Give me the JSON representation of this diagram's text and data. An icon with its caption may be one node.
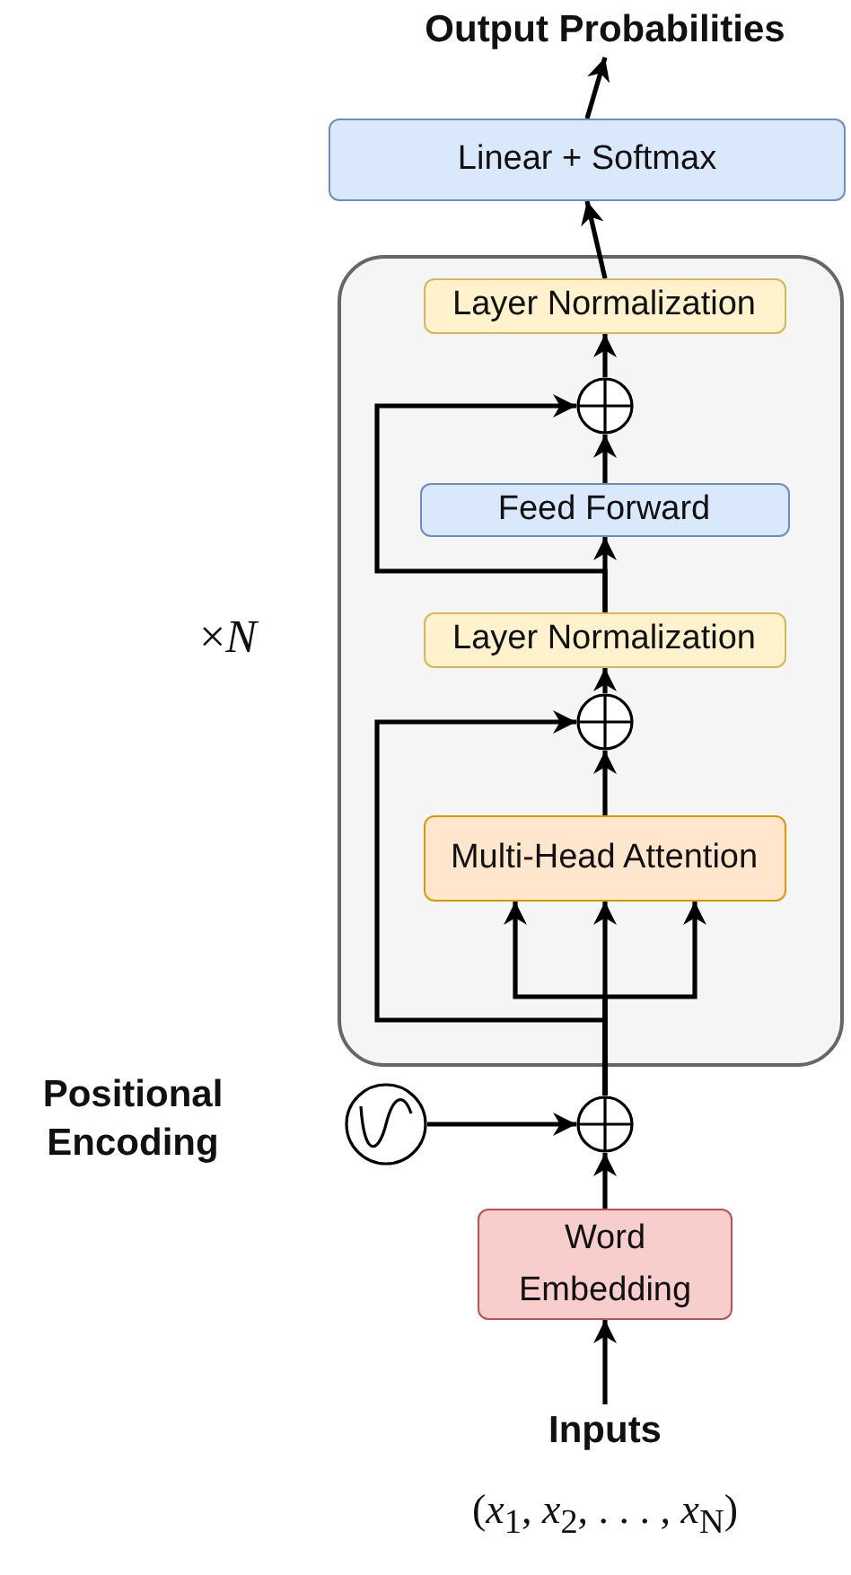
{
  "diagram": {
    "nodes": [
      {
        "text": [
          "Output Probabilities"
        ]
      },
      {
        "text": [
          "Linear + Softmax"
        ]
      },
      {
        "text": [],
        "shape": "box",
        "beside": [
          "×*N*"
        ]
      },
      {
        "text": [
          "Layer Normalization"
        ],
        "in": 2
      },
      {
        "text": [],
        "shape": "circle",
        "in": 2
      },
      {
        "text": [
          "Feed Forward"
        ],
        "in": 2
      },
      {
        "text": [
          "Layer Normalization"
        ],
        "in": 2
      },
      {
        "text": [],
        "shape": "circle",
        "in": 2
      },
      {
        "text": [
          "Multi-Head Attention"
        ],
        "in": 2
      },
      {
        "text": [],
        "shape": "circle"
      },
      {
        "text": [],
        "shape": "circle",
        "beside": [
          "Positional Encoding"
        ]
      },
      {
        "text": [
          "Word Embedding"
        ]
      },
      {
        "text": [
          "Inputs"
        ]
      }
    ],
    "edges": [
      {
        "from": 12,
        "to": 11,
        "arrow": "to"
      },
      {
        "from": 11,
        "to": 9,
        "arrow": "to"
      },
      {
        "from": 10,
        "to": 9,
        "arrow": "to"
      },
      {
        "from": 9,
        "to": 8,
        "arrow": "to"
      },
      {
        "from": 9,
        "to": 8,
        "arrow": "to"
      },
      {
        "from": 9,
        "to": 8,
        "arrow": "to"
      },
      {
        "from": 9,
        "to": 7,
        "arrow": "to"
      },
      {
        "from": 8,
        "to": 7,
        "arrow": "to"
      },
      {
        "from": 7,
        "to": 6,
        "arrow": "to"
      },
      {
        "from": 6,
        "to": 5,
        "arrow": "to"
      },
      {
        "from": 6,
        "to": 4,
        "arrow": "to"
      },
      {
        "from": 5,
        "to": 4,
        "arrow": "to"
      },
      {
        "from": 4,
        "to": 3,
        "arrow": "to"
      },
      {
        "from": 3,
        "to": 1,
        "arrow": "to"
      },
      {
        "from": 1,
        "to": 0,
        "arrow": "to"
      }
    ],
    "labels": [
      "(*x*$_{1}$, *x*$_{2}$, . . . , *x*$_{N}$)"
    ]
  }
}
